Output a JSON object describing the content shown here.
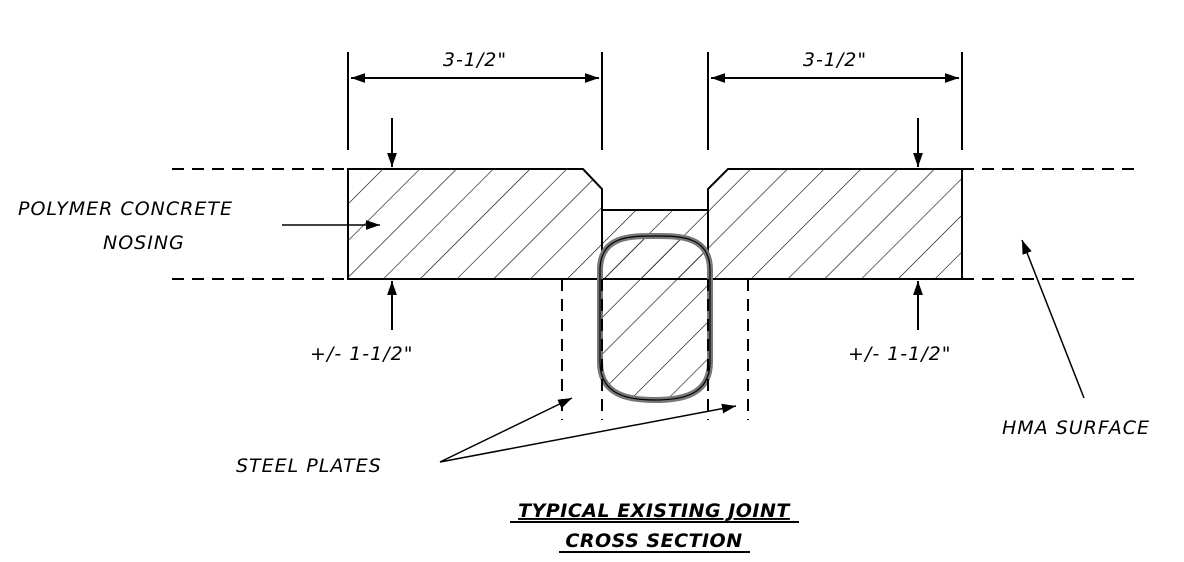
{
  "dimensions": {
    "left_width": "3-1/2\"",
    "right_width": "3-1/2\"",
    "left_depth": "+/- 1-1/2\"",
    "right_depth": "+/- 1-1/2\""
  },
  "labels": {
    "nosing_line1": "POLYMER CONCRETE",
    "nosing_line2": "NOSING",
    "steel_plates": "STEEL PLATES",
    "hma_surface": "HMA SURFACE"
  },
  "title": {
    "line1": "TYPICAL EXISTING JOINT",
    "line2": "CROSS SECTION"
  }
}
